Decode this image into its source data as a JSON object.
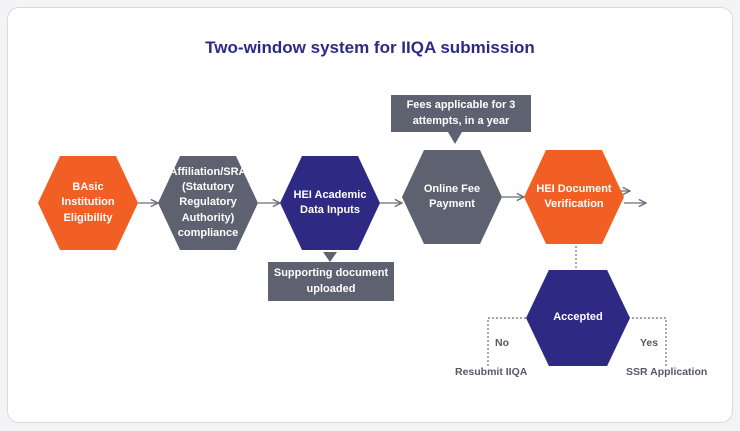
{
  "title": "Two-window system for IIQA submission",
  "nodes": {
    "basic": "BAsic\nInstitution\nEligibility",
    "affiliation": "Affiliation/SRA\n(Statutory\nRegulatory\nAuthority)\ncompliance",
    "hei_academic": "HEI Academic\nData Inputs",
    "online_fee": "Online Fee\nPayment",
    "hei_document": "HEI Document\nVerification",
    "accepted": "Accepted"
  },
  "callouts": {
    "fees": "Fees applicable for 3\nattempts, in a year",
    "supporting": "Supporting document\nuploaded"
  },
  "branches": {
    "no": "No",
    "yes": "Yes",
    "resubmit": "Resubmit IIQA",
    "ssr": "SSR Application"
  },
  "colors": {
    "orange": "#f25f24",
    "gray": "#5e6270",
    "navy": "#2e2a84",
    "title": "#2d2a86"
  }
}
